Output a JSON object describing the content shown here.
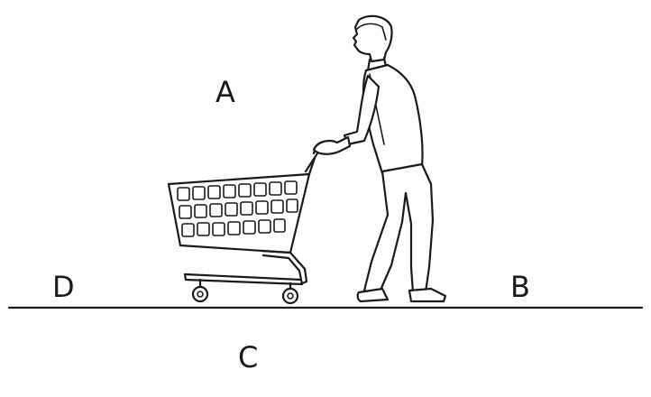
{
  "labels": {
    "a": "A",
    "b": "B",
    "c": "C",
    "d": "D"
  },
  "scene": {
    "figure": "person-pushing-shopping-cart-icon",
    "ground": "ground-line"
  },
  "colors": {
    "ink": "#1a1a1a",
    "background": "#ffffff"
  }
}
